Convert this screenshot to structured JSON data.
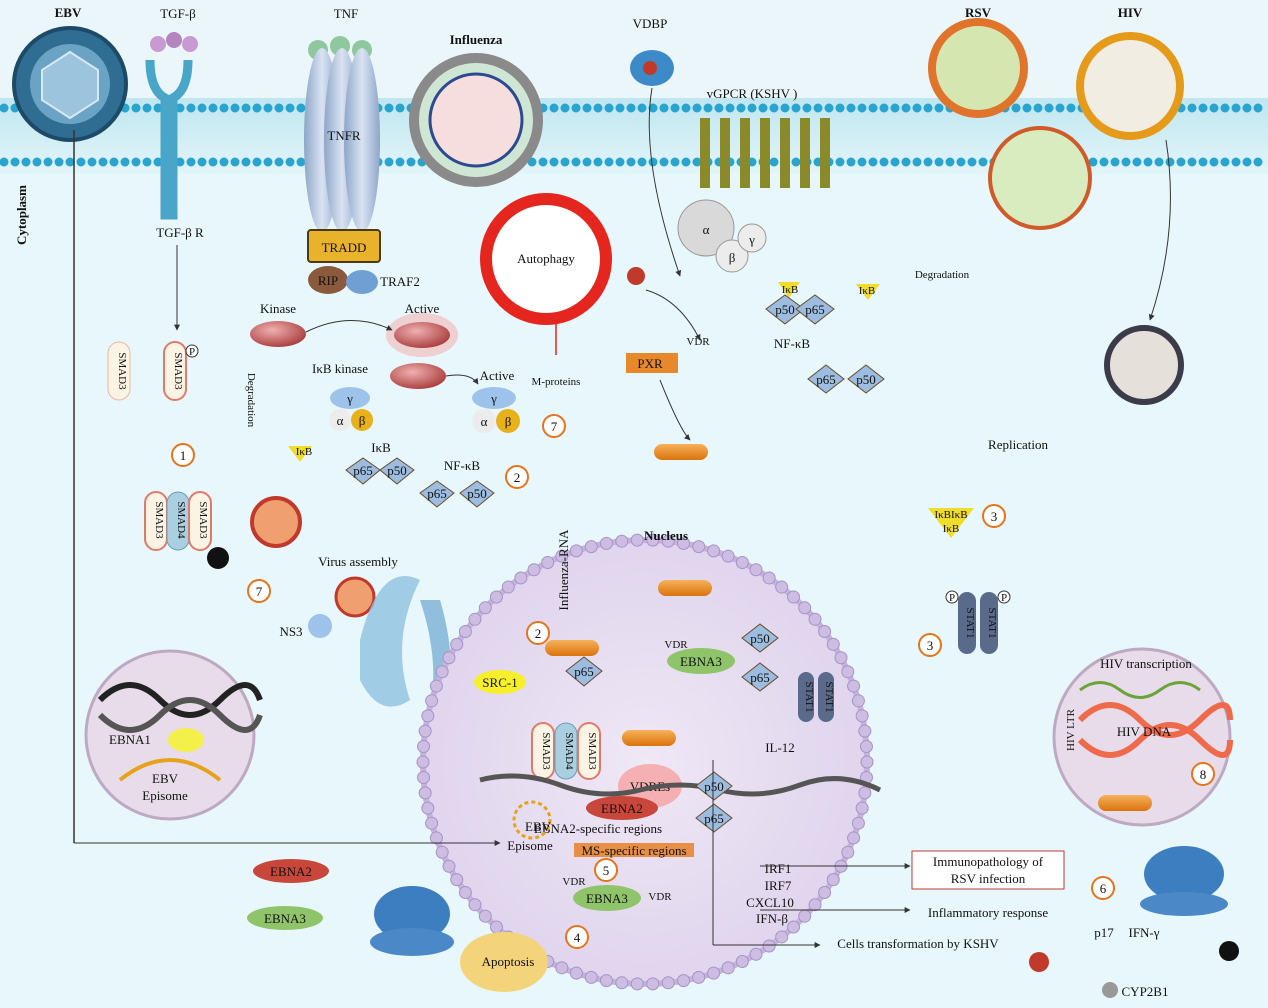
{
  "compartments": {
    "cytoplasm": "Cytoplasm",
    "nucleus": "Nucleus"
  },
  "viruses": {
    "ebv": "EBV",
    "influenza": "Influenza",
    "rsv": "RSV",
    "hiv": "HIV"
  },
  "receptors": {
    "tgfb": "TGF-β",
    "tgfbr": "TGF-β R",
    "tnf": "TNF",
    "tnfr": "TNFR",
    "tradd": "TRADD",
    "rip": "RIP",
    "traf2": "TRAF2",
    "vdbp": "VDBP",
    "vgpcr": "vGPCR (KSHV )",
    "alpha": "α",
    "beta": "β",
    "gamma": "γ"
  },
  "left": {
    "smad3": "SMAD3",
    "smad4": "SMAD4",
    "p": "P",
    "degradation": "Degradation",
    "ikb": "IκB",
    "kinase": "Kinase",
    "active": "Active",
    "ikb_kinase": "IκB kinase",
    "active2": "Active",
    "gamma": "γ",
    "alpha": "α",
    "beta": "β",
    "ikb2": "IκB",
    "p65": "p65",
    "p50": "p50",
    "nfkb": "NF-κB",
    "virus_assembly": "Virus assembly",
    "ns3": "NS3",
    "num1": "1",
    "num7a": "7",
    "num7b": "7",
    "num2a": "2",
    "ebna1": "EBNA1",
    "ebv_episome": "EBV\nEpisome"
  },
  "center": {
    "autophagy": "Autophagy",
    "mproteins": "M-proteins",
    "influenza_rna": "Influenza-RNA",
    "vdr": "VDR",
    "pxr": "PXR"
  },
  "right": {
    "ikb": "IκB",
    "p50": "p50",
    "p65": "p65",
    "nfkb": "NF-κB",
    "ikb2": "IκB",
    "degradation": "Degradation",
    "replication": "Replication",
    "ikb3": "IκBIκB",
    "ikb4": "IκB",
    "num3a": "3",
    "num3b": "3",
    "stat1": "STAT1",
    "p": "P",
    "hiv_transcription": "HIV transcription",
    "hiv_ltr": "HIV LTR",
    "hiv_dna": "HIV DNA",
    "num8": "8"
  },
  "nucleus": {
    "num2": "2",
    "src1": "SRC-1",
    "p65": "p65",
    "p50": "p50",
    "vdr": "VDR",
    "ebna3": "EBNA3",
    "smad3": "SMAD3",
    "smad4": "SMAD4",
    "vdres": "VDREs",
    "ebna2": "EBNA2",
    "ebna2_regions": "EBNA2-specific regions",
    "ms_regions": "MS-specific regions",
    "num5": "5",
    "ebv": "EBV",
    "episome": "Episome",
    "il12": "IL-12",
    "stat1": "STAT1",
    "irf1": "IRF1",
    "irf7": "IRF7",
    "cxcl10": "CXCL10",
    "ifnb": "IFN-β",
    "vdr2": "VDR",
    "ebna3b": "EBNA3",
    "vdr3": "VDR",
    "num4": "4"
  },
  "outcomes": {
    "immuno": "Immunopathology of\nRSV infection",
    "inflam": "Inflammatory response",
    "transform": "Cells transformation by KSHV",
    "apoptosis": "Apoptosis",
    "ebna2": "EBNA2",
    "ebna3": "EBNA3"
  },
  "bottom_right": {
    "num6": "6",
    "p17": "p17",
    "ifng": "IFN-γ",
    "cyp": "CYP2B1"
  }
}
